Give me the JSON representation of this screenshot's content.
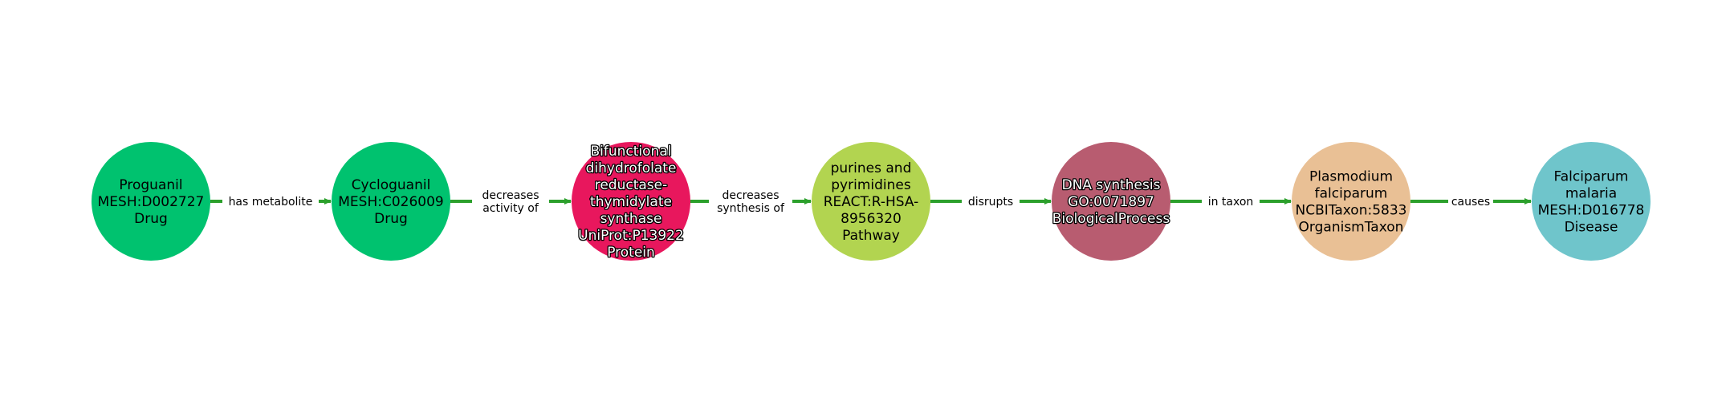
{
  "graph": {
    "edge_color": "#2ca02c",
    "nodes": [
      {
        "id": "n1",
        "lines": [
          "Proguanil",
          "MESH:D002727",
          "Drug"
        ],
        "color": "#00c26f",
        "text_style": "dark"
      },
      {
        "id": "n2",
        "lines": [
          "Cycloguanil",
          "MESH:C026009",
          "Drug"
        ],
        "color": "#00c26f",
        "text_style": "dark"
      },
      {
        "id": "n3",
        "lines": [
          "Bifunctional",
          "dihydrofolate",
          "reductase-",
          "thymidylate",
          "synthase",
          "UniProt:P13922",
          "Protein"
        ],
        "color": "#e8175d",
        "text_style": "light"
      },
      {
        "id": "n4",
        "lines": [
          "purines and",
          "pyrimidines",
          "REACT:R-HSA-",
          "8956320",
          "Pathway"
        ],
        "color": "#b2d450",
        "text_style": "dark"
      },
      {
        "id": "n5",
        "lines": [
          "DNA synthesis",
          "GO:0071897",
          "BiologicalProcess"
        ],
        "color": "#b85c70",
        "text_style": "light"
      },
      {
        "id": "n6",
        "lines": [
          "Plasmodium",
          "falciparum",
          "NCBITaxon:5833",
          "OrganismTaxon"
        ],
        "color": "#e9c095",
        "text_style": "dark"
      },
      {
        "id": "n7",
        "lines": [
          "Falciparum",
          "malaria",
          "MESH:D016778",
          "Disease"
        ],
        "color": "#6fc5cb",
        "text_style": "dark"
      }
    ],
    "edges": [
      {
        "from": "n1",
        "to": "n2",
        "label": [
          "has metabolite"
        ]
      },
      {
        "from": "n2",
        "to": "n3",
        "label": [
          "decreases",
          "activity of"
        ]
      },
      {
        "from": "n3",
        "to": "n4",
        "label": [
          "decreases",
          "synthesis of"
        ]
      },
      {
        "from": "n4",
        "to": "n5",
        "label": [
          "disrupts"
        ]
      },
      {
        "from": "n5",
        "to": "n6",
        "label": [
          "in taxon"
        ]
      },
      {
        "from": "n6",
        "to": "n7",
        "label": [
          "causes"
        ]
      }
    ]
  }
}
